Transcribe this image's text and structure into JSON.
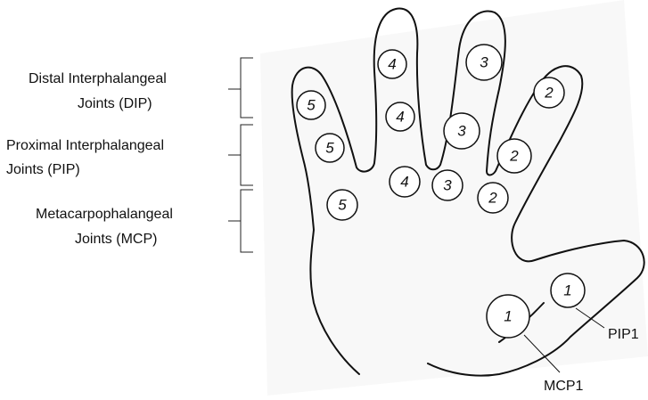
{
  "groups": [
    {
      "line1": "Distal Interphalangeal",
      "line2": "Joints (DIP)"
    },
    {
      "line1": "Proximal Interphalangeal",
      "line2": "Joints (PIP)"
    },
    {
      "line1": "Metacarpophalangeal",
      "line2": "Joints (MCP)"
    }
  ],
  "joints": {
    "dip": [
      "5",
      "4",
      "3",
      "2"
    ],
    "pip": [
      "5",
      "4",
      "3",
      "2"
    ],
    "mcp": [
      "5",
      "4",
      "3",
      "2"
    ],
    "thumb_pip": "1",
    "thumb_mcp": "1"
  },
  "callouts": {
    "pip1": "PIP1",
    "mcp1": "MCP1"
  }
}
